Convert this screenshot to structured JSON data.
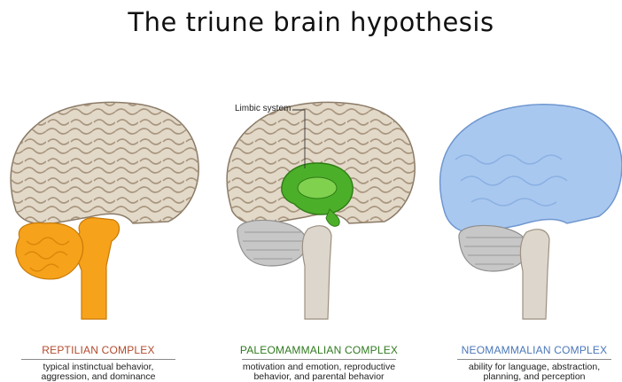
{
  "title": "The triune brain hypothesis",
  "limbic_label": "Limbic system",
  "panels": [
    {
      "heading": "REPTILIAN COMPLEX",
      "line1": "typical instinctual behavior,",
      "line2": "aggression, and dominance",
      "color": "#b24a2c"
    },
    {
      "heading": "PALEOMAMMALIAN COMPLEX",
      "line1": "motivation and emotion, reproductive",
      "line2": "behavior, and parental behavior",
      "color": "#2f7a1f"
    },
    {
      "heading": "NEOMAMMALIAN COMPLEX",
      "line1": "ability for language, abstraction,",
      "line2": "planning, and perception",
      "color": "#4a77b8"
    }
  ],
  "colors": {
    "cortex": "#e3d9c9",
    "cortex_outline": "#8a7a66",
    "sulci": "#a18e76",
    "reptilian": "#f7a21b",
    "limbic": "#4caf2a",
    "neocortex": "#a9c8ef",
    "cerebellum": "#c7c7c7"
  }
}
